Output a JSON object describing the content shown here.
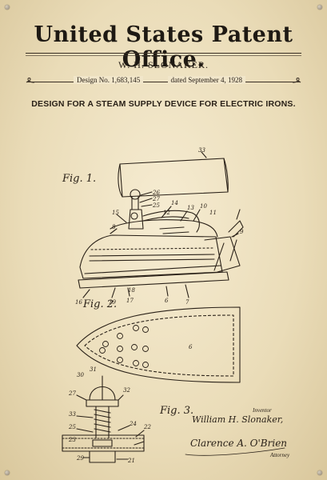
{
  "header": {
    "title": "United States Patent Office.",
    "inventor": "W. H. SLONAKER.",
    "design_number": "Design No. 1,683,145",
    "date": "dated September 4, 1928"
  },
  "subtitle": "DESIGN FOR A STEAM SUPPLY DEVICE FOR ELECTRIC IRONS.",
  "figures": {
    "fig1": "Fig. 1.",
    "fig2": "Fig. 2.",
    "fig3": "Fig. 3."
  },
  "signatures": {
    "inventor_label": "Inventor",
    "inventor_name": "William H. Slonaker,",
    "attorney_name": "Clarence A. O'Brien",
    "attorney_label": "Attorney"
  },
  "reference_numerals": {
    "fig1": [
      "33",
      "26",
      "27",
      "25",
      "14",
      "13",
      "10",
      "11",
      "12",
      "15",
      "8",
      "9",
      "16",
      "19",
      "17",
      "6",
      "7",
      "18"
    ],
    "fig2": [
      "6"
    ],
    "fig3": [
      "30",
      "31",
      "32",
      "27",
      "33",
      "25",
      "24",
      "22",
      "23",
      "29",
      "21"
    ]
  }
}
